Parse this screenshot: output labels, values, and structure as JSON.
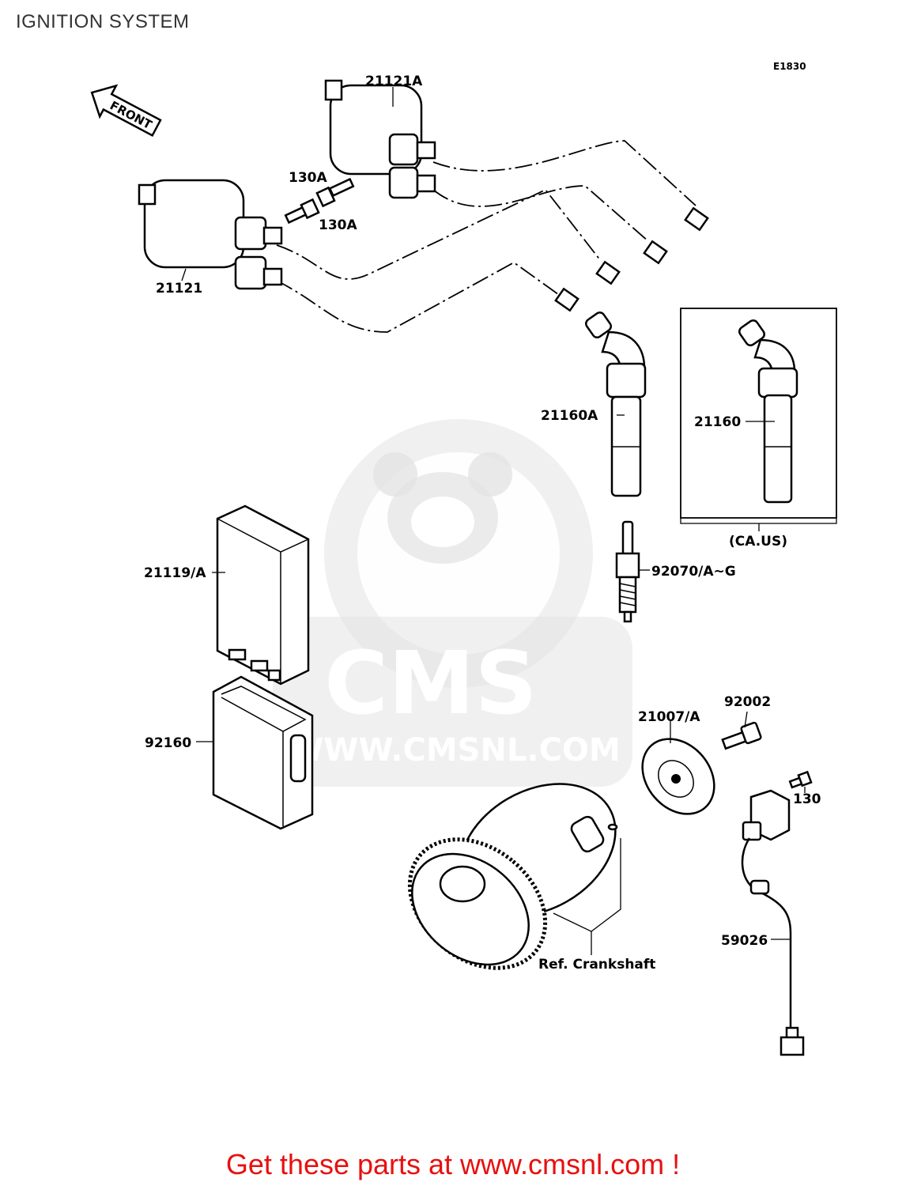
{
  "header": {
    "title": "IGNITION SYSTEM"
  },
  "diagram_ref": "E1830",
  "front_arrow_label": "FRONT",
  "labels": {
    "coil_a": "21121A",
    "coil": "21121",
    "bolt_1": "130A",
    "bolt_2": "130A",
    "cap_a": "21160A",
    "cap": "21160",
    "region_note": "(CA.US)",
    "plug": "92070/A~G",
    "igniter": "21119/A",
    "igniter_case": "92160",
    "rotor": "21007/A",
    "rotor_bolt": "92002",
    "pickup_bolt": "130",
    "pickup_coil": "59026",
    "crankshaft": "Ref. Crankshaft"
  },
  "watermark": {
    "brand": "CMS",
    "url": "WWW.CMSNL.COM"
  },
  "footer": {
    "text": "Get these parts at www.cmsnl.com !"
  },
  "colors": {
    "footer_text": "#e81010",
    "watermark": "#e3e3e3",
    "line": "#000000"
  }
}
